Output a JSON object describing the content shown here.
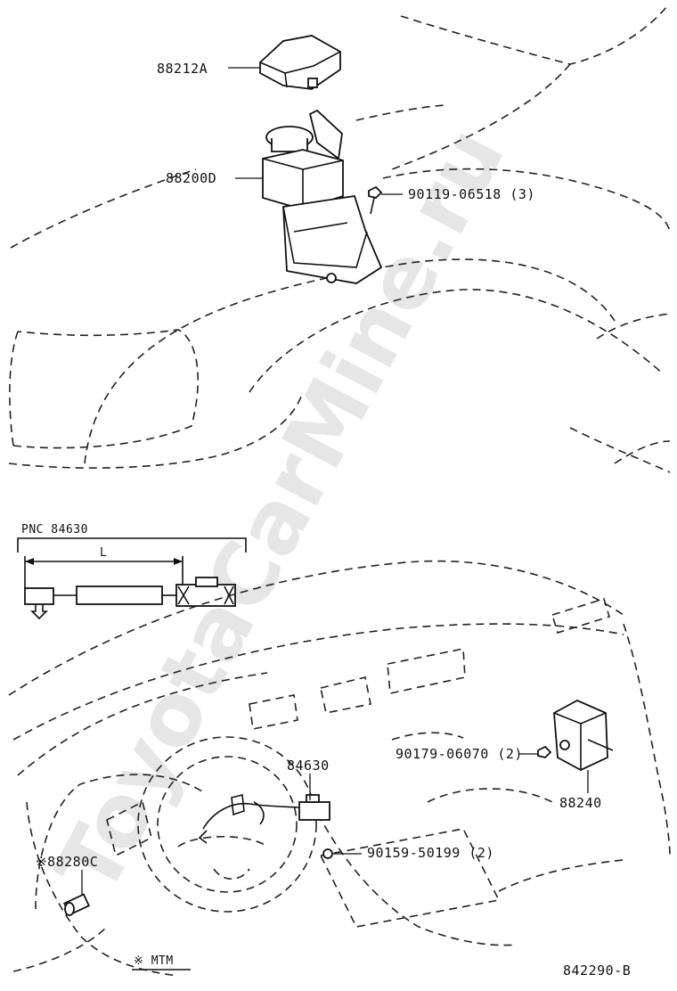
{
  "watermark": "ToyotaCarMine.ru",
  "labels": {
    "part_88212a": "88212A",
    "part_88200d": "88200D",
    "part_90119": "90119-06518 (3)",
    "pnc": "PNC  84630",
    "length": "L",
    "part_84630": "84630",
    "part_90179": "90179-06070 (2)",
    "part_88240": "88240",
    "part_90159": "90159-50199 (2)",
    "part_88280c": "※88280C",
    "mtm": "※ MTM",
    "diagram_id": "842290-B"
  }
}
